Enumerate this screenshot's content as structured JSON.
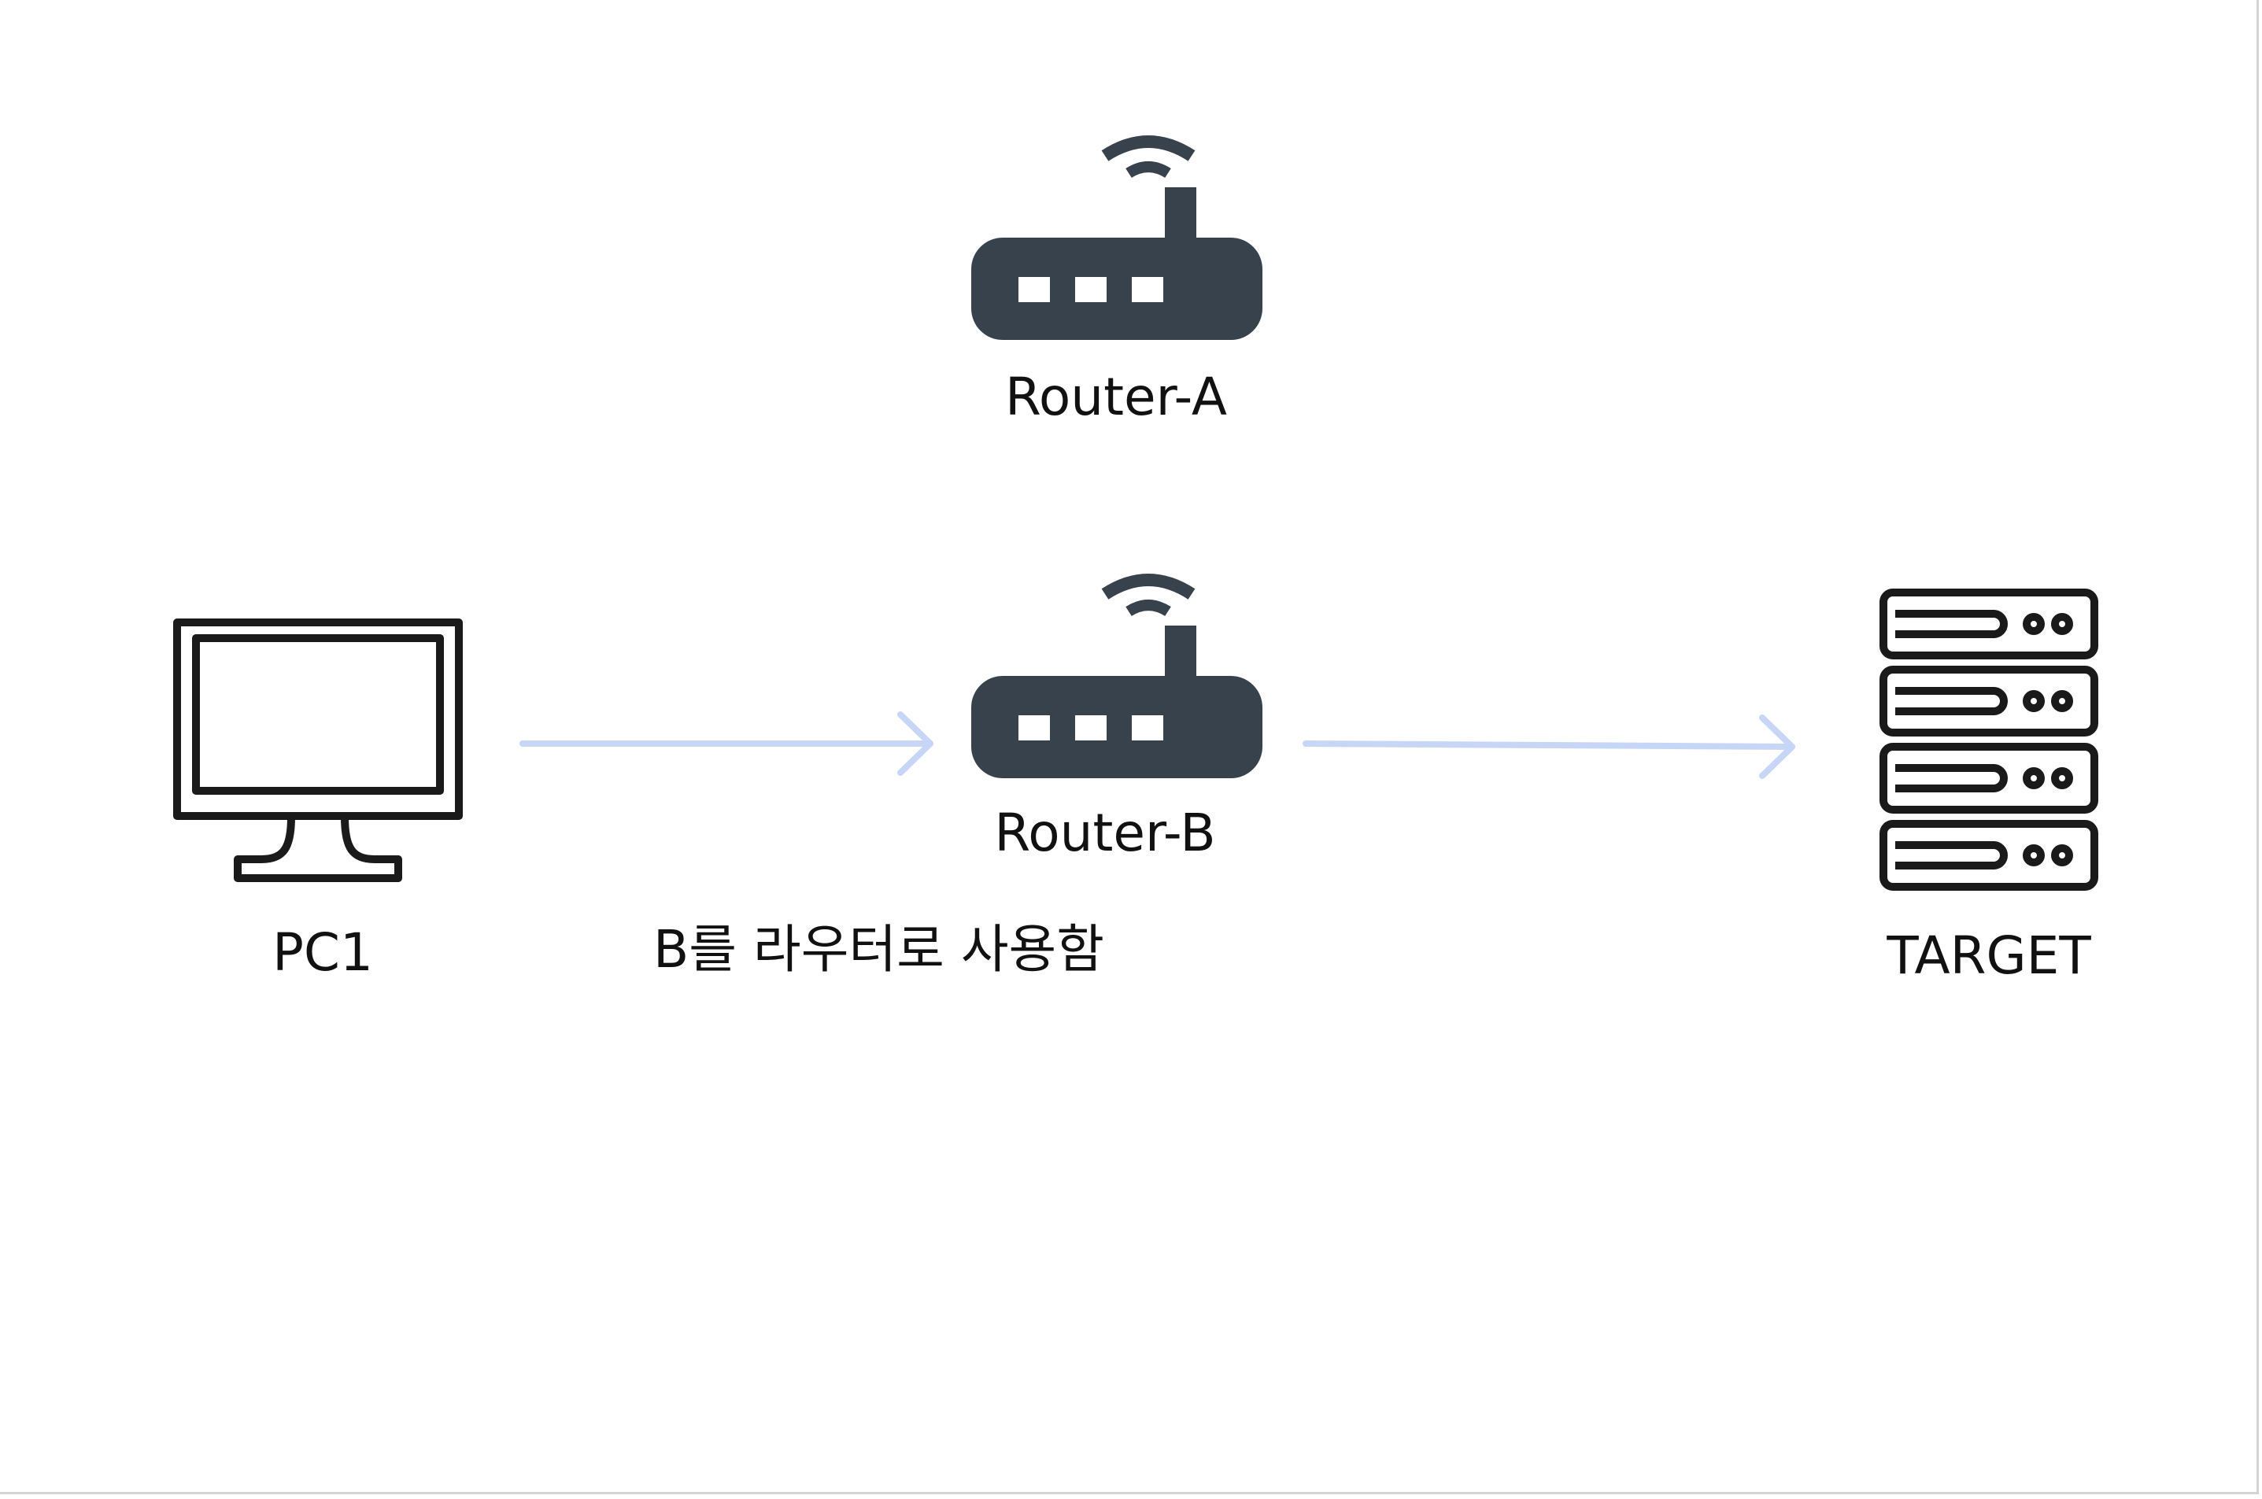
{
  "nodes": {
    "router_a": {
      "label": "Router-A",
      "icon": "wifi-router-icon"
    },
    "router_b": {
      "label": "Router-B",
      "icon": "wifi-router-icon"
    },
    "pc1": {
      "label": "PC1",
      "icon": "desktop-monitor-icon"
    },
    "target": {
      "label": "TARGET",
      "icon": "server-rack-icon"
    }
  },
  "edges": [
    {
      "from": "PC1",
      "to": "Router-B"
    },
    {
      "from": "Router-B",
      "to": "TARGET"
    }
  ],
  "annotation": "B를 라우터로 사용함",
  "colors": {
    "icon": "#38424c",
    "outline_icon": "#1a1a1a",
    "arrow": "#c7d6f7",
    "text": "#111111"
  }
}
